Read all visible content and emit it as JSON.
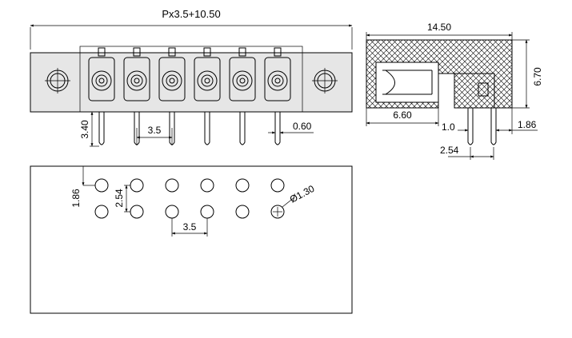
{
  "front_view": {
    "overall_width_label": "Px3.5+10.50",
    "pin_length_label": "3.40",
    "pitch_label": "3.5",
    "pin_width_label": "0.60"
  },
  "side_view": {
    "length_label": "14.50",
    "height_label": "6.70",
    "depth_label": "6.60",
    "pin_offset_label": "1.0",
    "pin_inset_label": "1.86",
    "pin_spacing_label": "2.54"
  },
  "pcb_layout": {
    "edge_offset_label": "1.86",
    "row_spacing_label": "2.54",
    "hole_diameter_label": "Ø1.30",
    "pitch_label": "3.5"
  }
}
